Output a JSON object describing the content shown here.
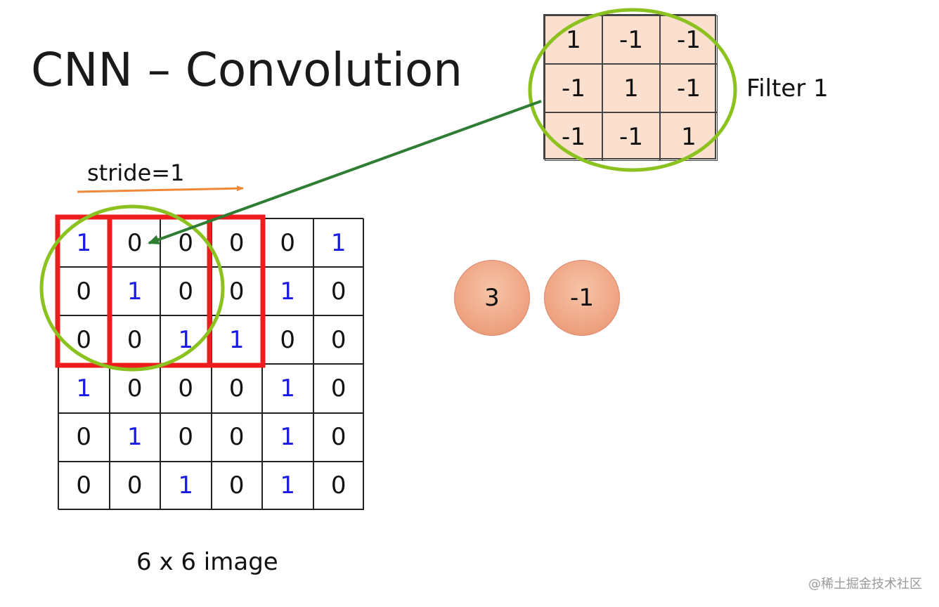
{
  "title": "CNN – Convolution",
  "filter": {
    "label": "Filter 1",
    "values": [
      [
        "1",
        "-1",
        "-1"
      ],
      [
        "-1",
        "1",
        "-1"
      ],
      [
        "-1",
        "-1",
        "1"
      ]
    ]
  },
  "stride_label": "stride=1",
  "image": {
    "caption": "6 x 6 image",
    "values": [
      [
        "1",
        "0",
        "0",
        "0",
        "0",
        "1"
      ],
      [
        "0",
        "1",
        "0",
        "0",
        "1",
        "0"
      ],
      [
        "0",
        "0",
        "1",
        "1",
        "0",
        "0"
      ],
      [
        "1",
        "0",
        "0",
        "0",
        "1",
        "0"
      ],
      [
        "0",
        "1",
        "0",
        "0",
        "1",
        "0"
      ],
      [
        "0",
        "0",
        "1",
        "0",
        "1",
        "0"
      ]
    ]
  },
  "results": [
    "3",
    "-1"
  ],
  "watermark": "@稀土掘金技术社区",
  "colors": {
    "highlight_box": "#ee1c1c",
    "ellipse": "#8cc21f",
    "arrow_stride": "#f0883a",
    "arrow_filter": "#2f7d32",
    "one_digit": "#1a1ae6",
    "zero_digit": "#111111",
    "filter_bg": "#fbe0cf",
    "result_circle": "#eea17f"
  }
}
